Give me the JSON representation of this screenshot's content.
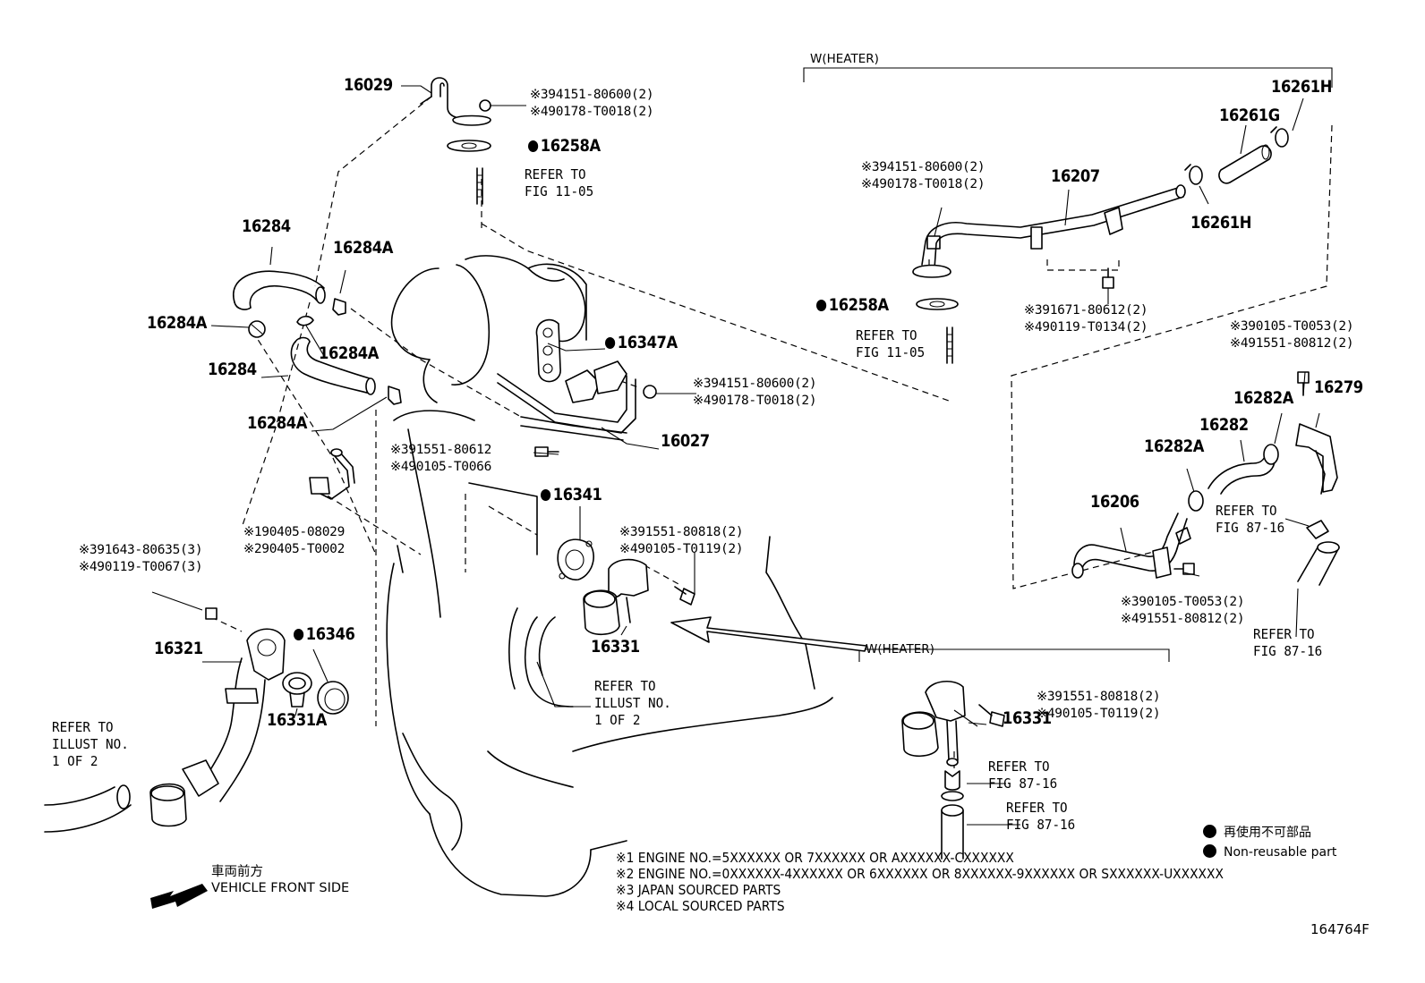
{
  "diagram": {
    "figure_number": "164764F",
    "groups": [
      {
        "label": "W(HEATER)"
      },
      {
        "label": "W(HEATER)"
      }
    ],
    "part_labels": {
      "p16029": "16029",
      "p16258A_top": "16258A",
      "p16284_top": "16284",
      "p16284A_top": "16284A",
      "p16284A_left": "16284A",
      "p16284A_mid": "16284A",
      "p16284_mid": "16284",
      "p16284A_low": "16284A",
      "p16347A": "16347A",
      "p16027": "16027",
      "p16341": "16341",
      "p16321": "16321",
      "p16346": "16346",
      "p16331A": "16331A",
      "p16331": "16331",
      "p16207": "16207",
      "p16261H_top": "16261H",
      "p16261G": "16261G",
      "p16261H_low": "16261H",
      "p16258A_right": "16258A",
      "p16279": "16279",
      "p16282A_top": "16282A",
      "p16282": "16282",
      "p16282A_low": "16282A",
      "p16206": "16206",
      "p16331_heater": "16331"
    },
    "part_codes": {
      "c_16029": [
        "※394151-80600(2)",
        "※490178-T0018(2)"
      ],
      "c_16347A": [
        "※394151-80600(2)",
        "※490178-T0018(2)"
      ],
      "c_16027": [
        "※391551-80612",
        "※490105-T0066"
      ],
      "c_hose": [
        "※190405-08029",
        "※290405-T0002"
      ],
      "c_16321": [
        "※391643-80635(3)",
        "※490119-T0067(3)"
      ],
      "c_16331": [
        "※391551-80818(2)",
        "※490105-T0119(2)"
      ],
      "c_16207": [
        "※394151-80600(2)",
        "※490178-T0018(2)"
      ],
      "c_16207b": [
        "※391671-80612(2)",
        "※490119-T0134(2)"
      ],
      "c_16279": [
        "※390105-T0053(2)",
        "※491551-80812(2)"
      ],
      "c_16206": [
        "※390105-T0053(2)",
        "※491551-80812(2)"
      ],
      "c_16331h": [
        "※391551-80818(2)",
        "※490105-T0119(2)"
      ]
    },
    "refer_notes": {
      "r_fig1105_top": [
        "REFER TO",
        "FIG 11-05"
      ],
      "r_fig1105_right": [
        "REFER TO",
        "FIG 11-05"
      ],
      "r_illust_mid": [
        "REFER TO",
        "ILLUST NO.",
        "1 OF 2"
      ],
      "r_illust_left": [
        "REFER TO",
        "ILLUST NO.",
        "1 OF 2"
      ],
      "r_fig8716_a": [
        "REFER TO",
        "FIG 87-16"
      ],
      "r_fig8716_b": [
        "REFER TO",
        "FIG 87-16"
      ],
      "r_fig8716_c": [
        "REFER TO",
        "FIG 87-16"
      ],
      "r_fig8716_d": [
        "REFER TO",
        "FIG 87-16"
      ]
    },
    "footnotes": [
      "※1 ENGINE NO.=5XXXXXX OR 7XXXXXX OR AXXXXXX-CXXXXXX",
      "※2 ENGINE NO.=0XXXXXX-4XXXXXX OR 6XXXXXX OR 8XXXXXX-9XXXXXX OR SXXXXXX-UXXXXXX",
      "※3 JAPAN SOURCED PARTS",
      "※4 LOCAL SOURCED PARTS"
    ],
    "legend": {
      "japanese": "再使用不可部品",
      "english": "Non-reusable part"
    },
    "front_side": {
      "japanese": "車両前方",
      "english": "VEHICLE FRONT SIDE"
    }
  }
}
